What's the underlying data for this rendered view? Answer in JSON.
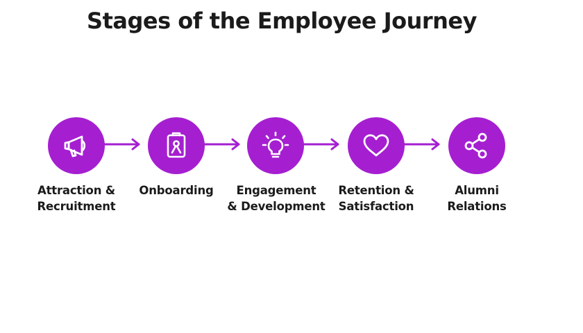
{
  "title": "Stages of the Employee Journey",
  "accent_color": "#a51fd1",
  "stages": [
    {
      "label": "Attraction &\nRecruitment",
      "icon": "megaphone-icon"
    },
    {
      "label": "Onboarding",
      "icon": "id-badge-clipboard-icon"
    },
    {
      "label": "Engagement\n& Development",
      "icon": "lightbulb-icon"
    },
    {
      "label": "Retention &\nSatisfaction",
      "icon": "heart-icon"
    },
    {
      "label": "Alumni\nRelations",
      "icon": "share-network-icon"
    }
  ],
  "connectors": [
    {
      "from": "Attraction &\nRecruitment",
      "to": "Onboarding"
    },
    {
      "from": "Onboarding",
      "to": "Engagement\n& Development"
    },
    {
      "from": "Engagement\n& Development",
      "to": "Retention &\nSatisfaction"
    },
    {
      "from": "Retention &\nSatisfaction",
      "to": "Alumni\nRelations"
    }
  ]
}
